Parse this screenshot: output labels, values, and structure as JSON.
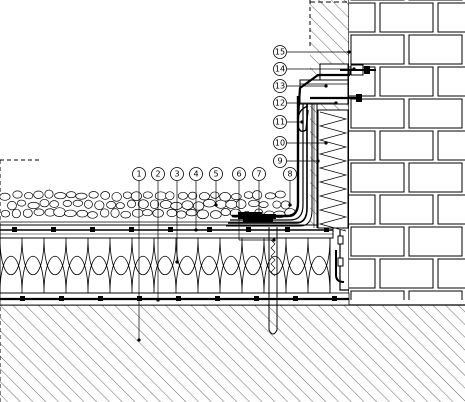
{
  "callouts": [
    {
      "label": "1"
    },
    {
      "label": "2"
    },
    {
      "label": "3"
    },
    {
      "label": "4"
    },
    {
      "label": "5"
    },
    {
      "label": "6"
    },
    {
      "label": "7"
    },
    {
      "label": "8"
    },
    {
      "label": "9"
    },
    {
      "label": "10"
    },
    {
      "label": "11"
    },
    {
      "label": "12"
    },
    {
      "label": "13"
    },
    {
      "label": "14"
    },
    {
      "label": "15"
    }
  ],
  "colors": {
    "line": "#000000",
    "background": "#ffffff",
    "fill": "#ffffff"
  }
}
